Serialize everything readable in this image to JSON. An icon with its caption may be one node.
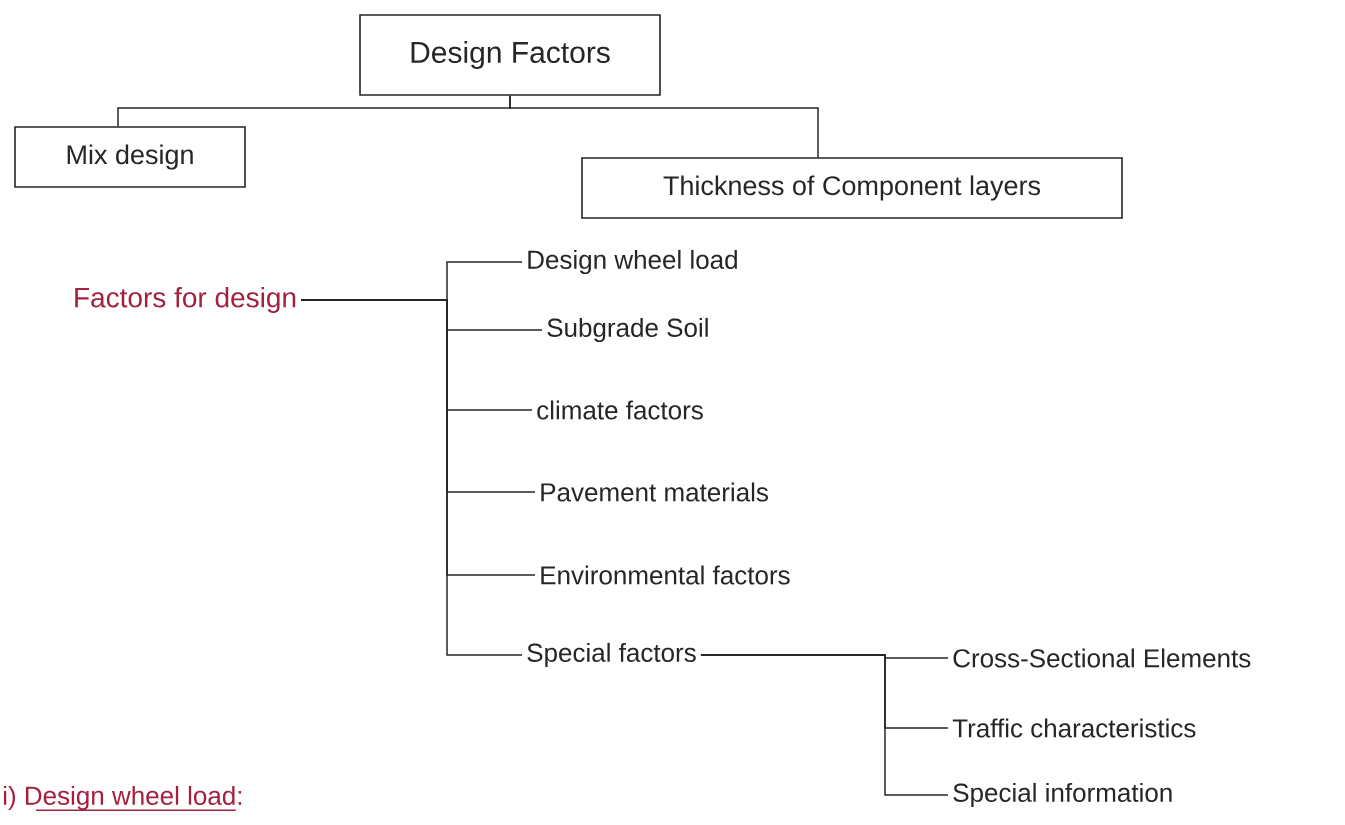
{
  "diagram": {
    "nodes": [
      {
        "text": [
          "Design Factors"
        ]
      },
      {
        "text": [
          "Mix design"
        ]
      },
      {
        "text": [
          "Thickness of Component layers"
        ]
      },
      {
        "text": [
          "Factors for design"
        ]
      },
      {
        "text": [
          "Design wheel load"
        ]
      },
      {
        "text": [
          "Subgrade Soil"
        ]
      },
      {
        "text": [
          "climate factors"
        ]
      },
      {
        "text": [
          "Pavement materials"
        ]
      },
      {
        "text": [
          "Environmental factors"
        ]
      },
      {
        "text": [
          "Special factors"
        ]
      },
      {
        "text": [
          "Cross-Sectional Elements"
        ]
      },
      {
        "text": [
          "Traffic characteristics"
        ]
      },
      {
        "text": [
          "Special information"
        ]
      }
    ],
    "edges": [
      {
        "from": 0,
        "to": 1,
        "arrow": "none"
      },
      {
        "from": 0,
        "to": 2,
        "arrow": "none"
      },
      {
        "from": 3,
        "to": 4,
        "arrow": "none"
      },
      {
        "from": 3,
        "to": 5,
        "arrow": "none"
      },
      {
        "from": 3,
        "to": 6,
        "arrow": "none"
      },
      {
        "from": 3,
        "to": 7,
        "arrow": "none"
      },
      {
        "from": 3,
        "to": 8,
        "arrow": "none"
      },
      {
        "from": 3,
        "to": 9,
        "arrow": "none"
      },
      {
        "from": 9,
        "to": 10,
        "arrow": "none"
      },
      {
        "from": 9,
        "to": 11,
        "arrow": "none"
      },
      {
        "from": 9,
        "to": 12,
        "arrow": "none"
      }
    ],
    "labels": [
      "i) Design wheel load:"
    ]
  }
}
